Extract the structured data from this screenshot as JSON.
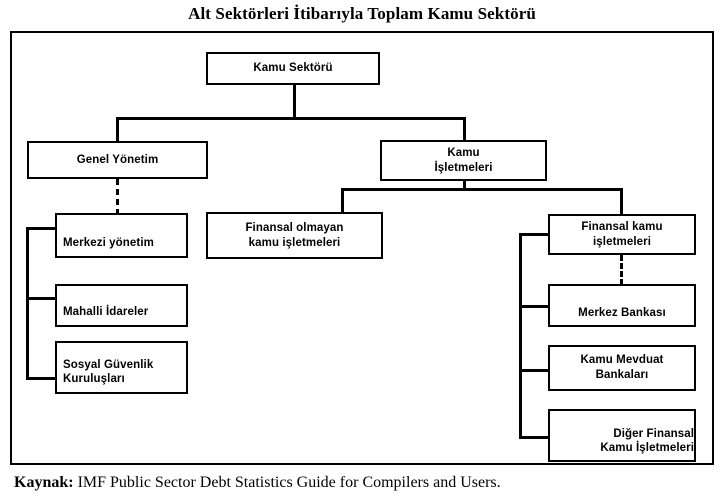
{
  "figure": {
    "title": "Alt Sektörleri İtibarıyla Toplam Kamu Sektörü",
    "source_label": "Kaynak:",
    "source_text": "IMF Public Sector Debt Statistics Guide for Compilers and Users."
  },
  "diagram": {
    "type": "organizational-tree",
    "nodes": {
      "root": "Kamu Sektörü",
      "general_government": "Genel Yönetim",
      "public_corporations": "Kamu\nİşletmeleri",
      "central_government": "Merkezi yönetim",
      "local_government": "Mahalli İdareler",
      "social_security": "Sosyal Güvenlik\nKuruluşları",
      "nonfinancial_public_corp": "Finansal olmayan\nkamu işletmeleri",
      "financial_public_corp": "Finansal kamu\nişletmeleri",
      "central_bank": "Merkez Bankası",
      "public_deposit_banks": "Kamu Mevduat\nBankaları",
      "other_financial_public_corp": "Diğer Finansal\nKamu İşletmeleri"
    },
    "lines": {
      "root_line_1": "Kamu Sektörü",
      "pc_line_1": "Kamu",
      "pc_line_2": "İşletmeleri",
      "soc_line_1": "Sosyal Güvenlik",
      "soc_line_2": "Kuruluşları",
      "nfpc_line_1": "Finansal olmayan",
      "nfpc_line_2": "kamu işletmeleri",
      "fpc_line_1": "Finansal kamu",
      "fpc_line_2": "işletmeleri",
      "pdb_line_1": "Kamu Mevduat",
      "pdb_line_2": "Bankaları",
      "ofpc_line_1": "Diğer Finansal",
      "ofpc_line_2": "Kamu İşletmeleri"
    },
    "colors": {
      "line": "#000000",
      "box_fill": "#ffffff",
      "text": "#000000"
    }
  }
}
